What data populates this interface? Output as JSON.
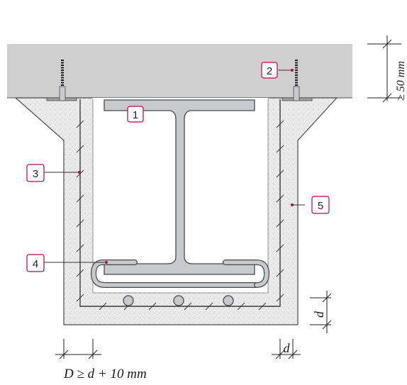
{
  "diagram": {
    "callouts": [
      {
        "id": "1",
        "label": "1"
      },
      {
        "id": "2",
        "label": "2"
      },
      {
        "id": "3",
        "label": "3"
      },
      {
        "id": "4",
        "label": "4"
      },
      {
        "id": "5",
        "label": "5"
      }
    ],
    "dimensions": {
      "slab_min": "≥ 50 mm",
      "cover_right": "d",
      "cover_bottom": "d",
      "outer_width": "D ≥ d + 10 mm"
    },
    "colors": {
      "slab": "#cfcfcf",
      "concrete": "#ebebeb",
      "steel": "#c6cacd",
      "outline": "#4a4a4a",
      "callout_border": "#c0004a",
      "callout_dot": "#c0004a"
    }
  }
}
